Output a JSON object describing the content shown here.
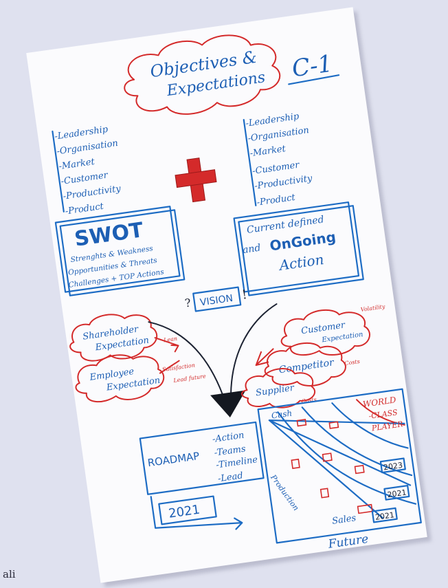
{
  "corner_text": "ali",
  "title": {
    "line1": "Objectives &",
    "line2": "Expectations"
  },
  "page_label": "C-1",
  "left_list": [
    "-Leadership",
    "-Organisation",
    "-Market",
    "-Customer",
    "-Productivity",
    "-Product"
  ],
  "right_list": [
    "-Leadership",
    "-Organisation",
    "-Market",
    "-Customer",
    "-Productivity",
    "-Product"
  ],
  "swot": {
    "heading": "SWOT",
    "line1": "Strenghts & Weakness",
    "line2": "Opportunities & Threats",
    "line3": "Challenges + TOP Actions"
  },
  "current": {
    "line1": "Current defined",
    "line2_prefix": "and",
    "line2_strong": "OnGoing",
    "line3": "Action"
  },
  "vision": {
    "left_mark": "?",
    "label": "VISION",
    "right_mark": "!"
  },
  "left_clouds": {
    "shareholder_line1": "Shareholder",
    "shareholder_line2": "Expectation",
    "employee_line1": "Employee",
    "employee_line2": "Expectation",
    "arrow_label_1": "Lean",
    "arrow_label_2": "Satisfaction",
    "arrow_label_3": "Lead future"
  },
  "right_clouds": {
    "customer_line1": "Customer",
    "customer_line2": "Expectation",
    "competitor": "Competitor",
    "supplier": "Supplier",
    "volatility": "Volatility",
    "costs": "Costs",
    "costs_2": "Costs"
  },
  "roadmap": {
    "label": "ROADMAP",
    "items": [
      "-Action",
      "-Teams",
      "-Timeline",
      "-Lead"
    ],
    "year_box": "2021"
  },
  "radar": {
    "axis_top": "Cash",
    "axis_left": "Production",
    "axis_bottom": "Sales",
    "target_line1": "WORLD",
    "target_line2": "-CLASS",
    "target_line3": "PLAYER",
    "year_a": "2023",
    "year_b": "2021",
    "year_c": "2021",
    "caption": "Future"
  },
  "colors": {
    "blue_ink": "#1d5fb4",
    "red_ink": "#d22b2b",
    "dark_ink": "#1d2333",
    "background": "#dfe1ef",
    "paper": "#fbfbfd"
  }
}
